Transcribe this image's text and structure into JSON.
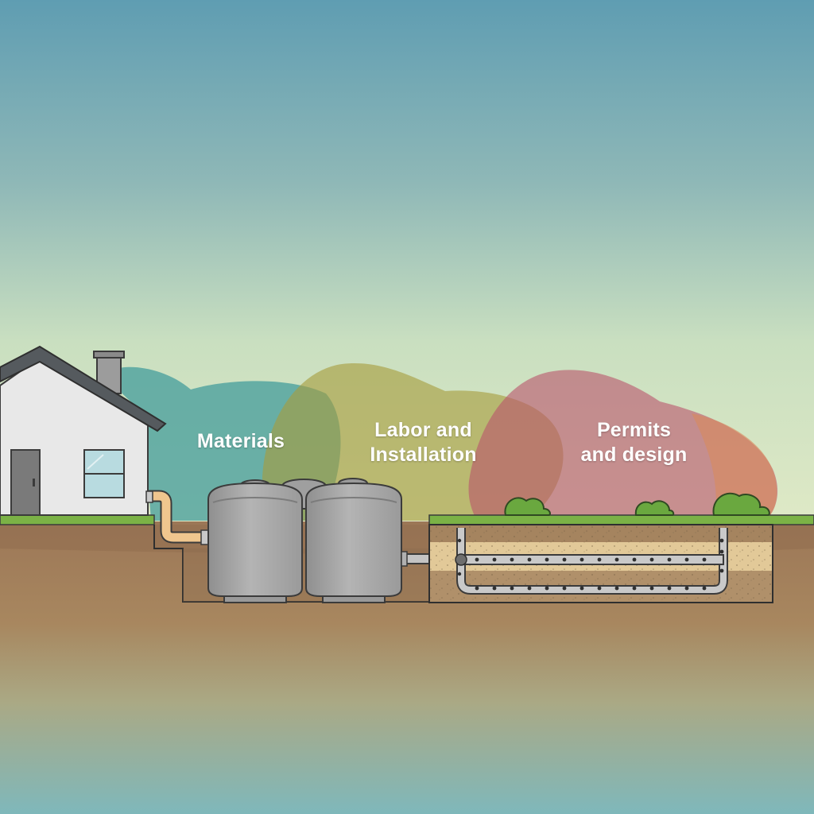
{
  "labels": {
    "materials": "Materials",
    "labor": "Labor and\nInstallation",
    "permits": "Permits\nand design"
  },
  "colors": {
    "materials": "#3e9a9a",
    "labor": "#a79c3e",
    "permits": "#b9546a",
    "grass": "#7bb246",
    "soil": "#a57f5e",
    "tank": "#a8a8a8",
    "house": "#e8e8e8"
  },
  "icons": {
    "house": "house-icon",
    "tank": "septic-tank-icon",
    "pipe": "pipe-icon",
    "shrub": "shrub-icon"
  }
}
